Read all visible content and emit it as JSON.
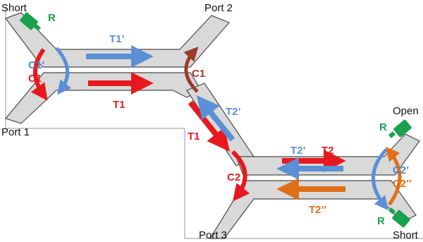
{
  "colors": {
    "red": "#e8191e",
    "blue": "#5b8fd6",
    "orange": "#e06f1a",
    "brown": "#9c3b2e",
    "green": "#1aa14f",
    "black": "#111111",
    "lightblue": "#4f86c9",
    "waveguide_fill": "#d9d9d9",
    "waveguide_stroke": "#4a4a4a"
  },
  "ports": {
    "short_top_left": "Short",
    "port1": "Port 1",
    "port2": "Port 2",
    "port3": "Port 3",
    "open_right": "Open",
    "short_bottom_right": "Short"
  },
  "labels": {
    "T1_prime": "T1’",
    "T1_upper": "T1",
    "T1_diag": "T1",
    "T2_prime_diag": "T2’",
    "T2_prime_lower": "T2’",
    "T2_lower": "T2",
    "T2_double_prime": "T2’’",
    "C1_prime_left": "C1’",
    "C1_left": "C1",
    "C1_brown": "C1",
    "C2_red": "C2",
    "C2_prime": "C2’",
    "C2_double_prime": "C2’’",
    "R_top_left": "R",
    "R_open": "R",
    "R_short": "R"
  }
}
